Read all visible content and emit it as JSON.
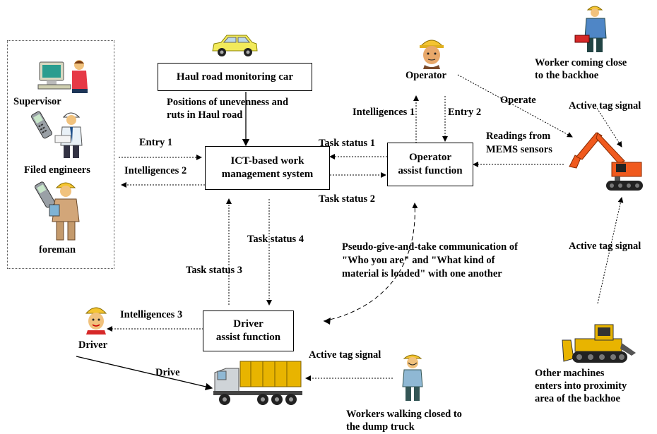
{
  "actors": {
    "supervisor": "Supervisor",
    "field_engineers": "Filed engineers",
    "foreman": "foreman",
    "operator": "Operator",
    "driver": "Driver"
  },
  "boxes": {
    "haul_car": "Haul road monitoring car",
    "ict_line1": "ICT-based work",
    "ict_line2": "management system",
    "operator_assist_line1": "Operator",
    "operator_assist_line2": "assist function",
    "driver_assist_line1": "Driver",
    "driver_assist_line2": "assist function"
  },
  "labels": {
    "positions_line1": "Positions of unevenness and",
    "positions_line2": "ruts in Haul road",
    "entry1": "Entry 1",
    "intelligences2": "Intelligences 2",
    "task_status1": "Task status 1",
    "task_status2": "Task status 2",
    "task_status3": "Task status 3",
    "task_status4": "Task status 4",
    "intelligences1": "Intelligences 1",
    "entry2": "Entry 2",
    "operate": "Operate",
    "readings_line1": "Readings from",
    "readings_line2": "MEMS sensors",
    "active_tag_top": "Active tag signal",
    "active_tag_mid": "Active tag signal",
    "active_tag_bottom": "Active tag signal",
    "worker_backhoe_line1": "Worker coming close",
    "worker_backhoe_line2": "to the backhoe",
    "pseudo_line1": "Pseudo-give-and-take communication of",
    "pseudo_line2": "\"Who you are\" and \"What kind of",
    "pseudo_line3": "material is loaded\" with one another",
    "intelligences3": "Intelligences 3",
    "drive": "Drive",
    "workers_truck_line1": "Workers walking closed to",
    "workers_truck_line2": "the dump truck",
    "other_machines_line1": "Other machines",
    "other_machines_line2": "enters into proximity",
    "other_machines_line3": "area of the backhoe"
  },
  "icons": [
    "yellow-car-icon",
    "supervisor-computer-icon",
    "mobile-phone-icon",
    "engineer-icon",
    "foreman-icon",
    "operator-face-icon",
    "worker-toolbox-icon",
    "excavator-icon",
    "driver-face-icon",
    "dump-truck-icon",
    "walking-worker-icon",
    "bulldozer-icon"
  ],
  "colors": {
    "excavator": "#f05a1e",
    "truck": "#e8b400",
    "car": "#f2ea5a",
    "frame": "#555555"
  }
}
